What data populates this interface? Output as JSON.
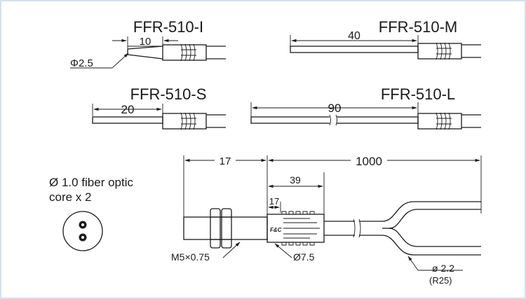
{
  "models": {
    "i": {
      "title": "FFR-510-I",
      "length": "10",
      "tip_diameter": "Φ2.5"
    },
    "m": {
      "title": "FFR-510-M",
      "length": "40"
    },
    "s": {
      "title": "FFR-510-S",
      "length": "20"
    },
    "l": {
      "title": "FFR-510-L",
      "length": "90"
    }
  },
  "cross_section": {
    "line1": "Ø 1.0 fiber optic",
    "line2": "core x 2"
  },
  "main_drawing": {
    "head_length": "17",
    "fiber_length": "1000",
    "sleeve_length": "39",
    "sleeve_inner_length": "17",
    "thread": "M5×0.75",
    "sleeve_diameter": "Ø7.5",
    "cable_diameter": "ø 2.2",
    "bend_radius": "(R25)",
    "brand": "F&C"
  }
}
